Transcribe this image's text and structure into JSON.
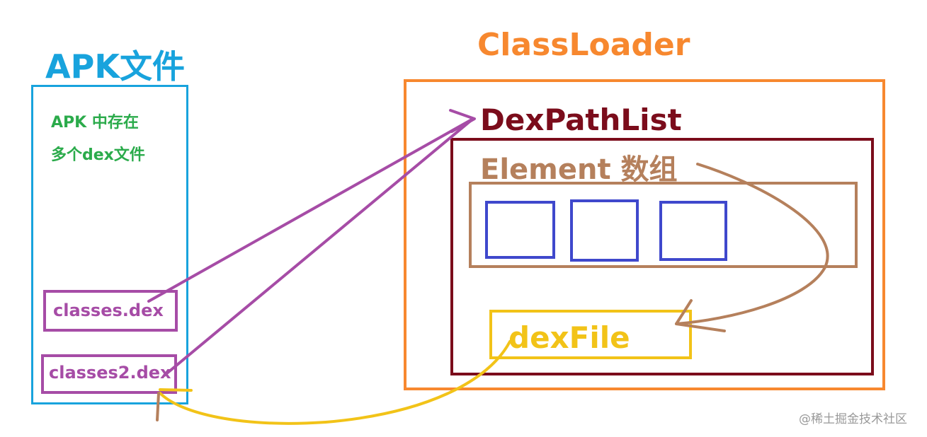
{
  "apk": {
    "title": "APK文件",
    "note_line1": "APK 中存在",
    "note_line2": "多个dex文件",
    "dex_files": [
      {
        "label": "classes.dex"
      },
      {
        "label": "classes2.dex"
      }
    ]
  },
  "classloader": {
    "title": "ClassLoader",
    "dexpathlist": {
      "title": "DexPathList",
      "element_array": {
        "title": "Element 数组",
        "slot_count": 3
      },
      "dexfile": {
        "label": "dexFile"
      }
    }
  },
  "watermark": "@稀土掘金技术社区",
  "colors": {
    "apk": "#18a3dd",
    "note": "#2bab4b",
    "dex": "#a64ca6",
    "classloader": "#f7882f",
    "dexpathlist": "#7b0c1b",
    "element": "#b5805c",
    "slot": "#3f48cc",
    "dexfile": "#f2c318",
    "arrow_purple": "#a64ca6",
    "arrow_brown": "#b5805c",
    "arrow_yellow": "#f2c318"
  }
}
